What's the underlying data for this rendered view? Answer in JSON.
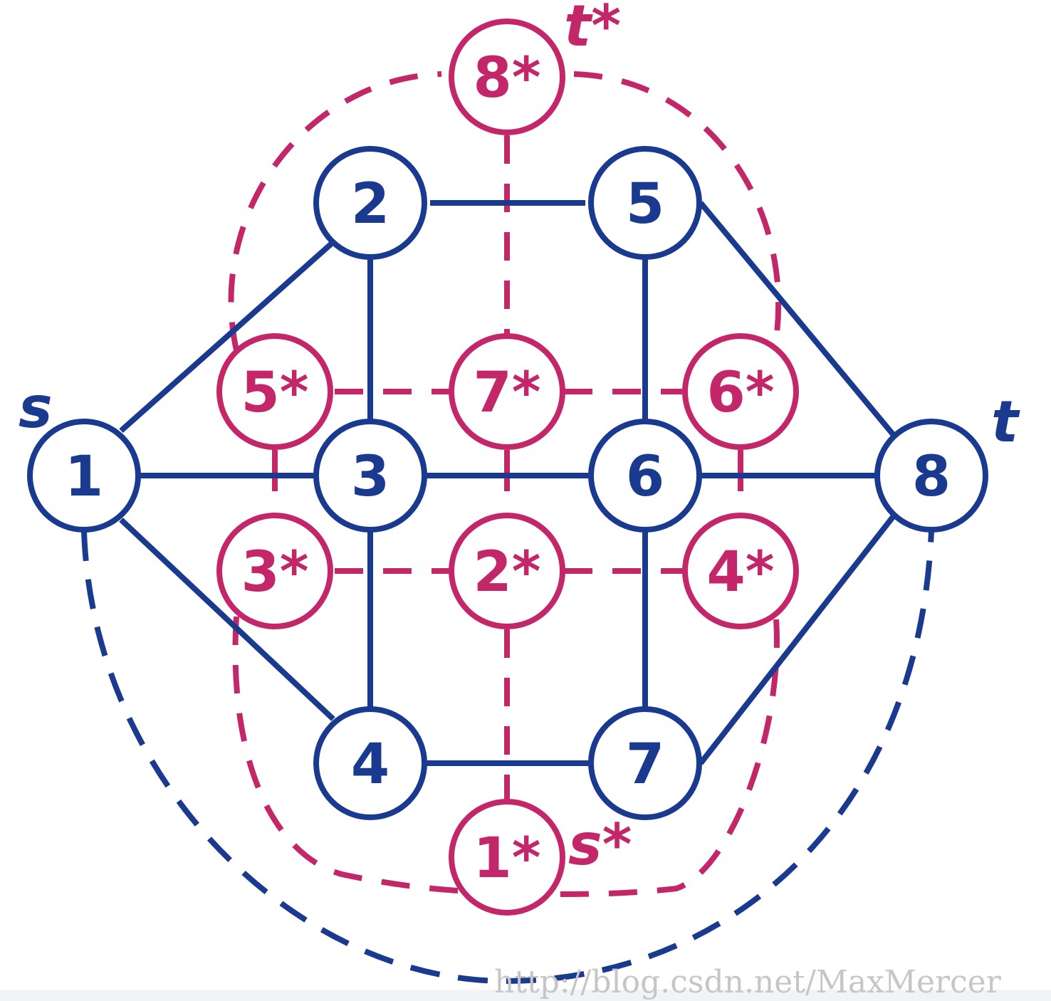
{
  "colors": {
    "primal": "#1a3a8f",
    "dual": "#c3276a"
  },
  "primal_nodes": [
    "1",
    "2",
    "3",
    "4",
    "5",
    "6",
    "7",
    "8"
  ],
  "dual_nodes": [
    "8*",
    "5*",
    "7*",
    "6*",
    "3*",
    "2*",
    "4*",
    "1*"
  ],
  "terminals": {
    "source": "s",
    "sink": "t",
    "dual_source": "s*",
    "dual_sink": "t*"
  },
  "watermark": "http://blog.csdn.net/MaxMercer"
}
